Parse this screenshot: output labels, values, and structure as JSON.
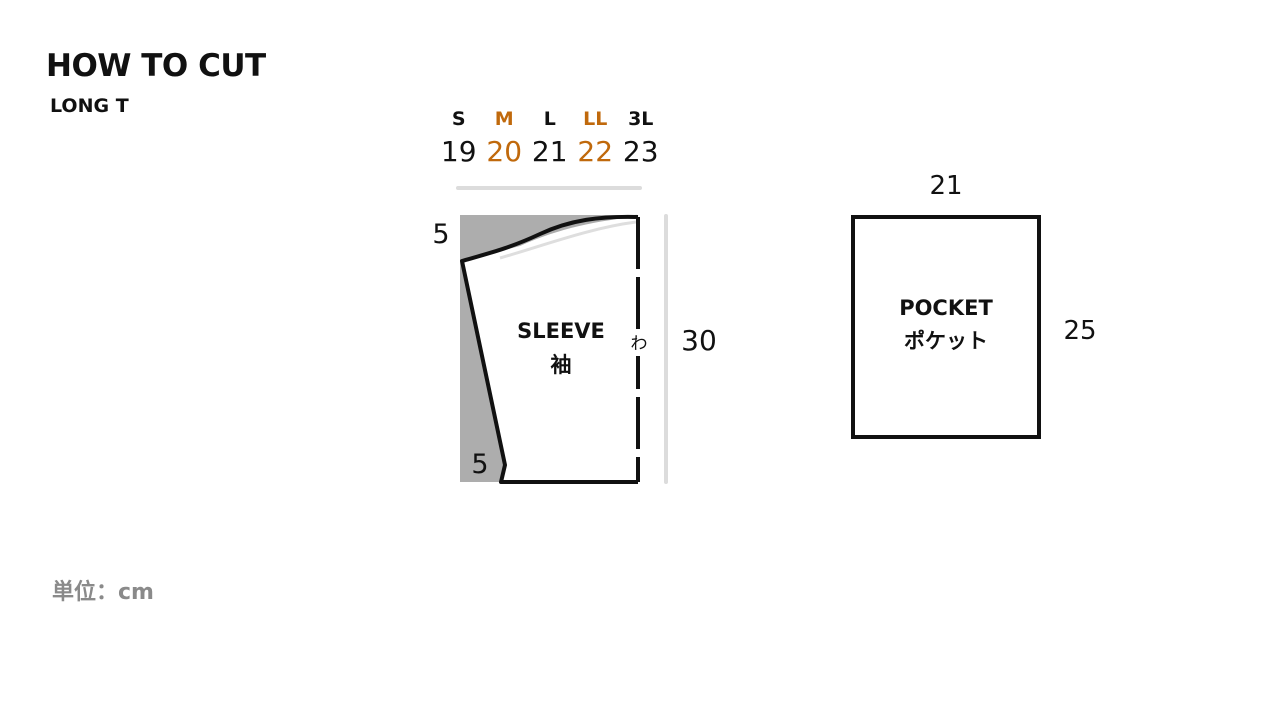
{
  "header": {
    "title": "HOW TO CUT",
    "subtitle": "LONG T"
  },
  "size_chart": {
    "accent_color": "#c0690c",
    "sizes": [
      {
        "label": "S",
        "value": "19",
        "accent": false
      },
      {
        "label": "M",
        "value": "20",
        "accent": true
      },
      {
        "label": "L",
        "value": "21",
        "accent": false
      },
      {
        "label": "LL",
        "value": "22",
        "accent": true
      },
      {
        "label": "3L",
        "value": "23",
        "accent": false
      }
    ]
  },
  "sleeve": {
    "name_en": "SLEEVE",
    "name_ja": "袖",
    "fold_mark": "わ",
    "top_allowance": "5",
    "bottom_allowance": "5",
    "height": "30"
  },
  "pocket": {
    "name_en": "POCKET",
    "name_ja": "ポケット",
    "width": "21",
    "height": "25"
  },
  "footer": {
    "unit_label": "単位：cm"
  }
}
